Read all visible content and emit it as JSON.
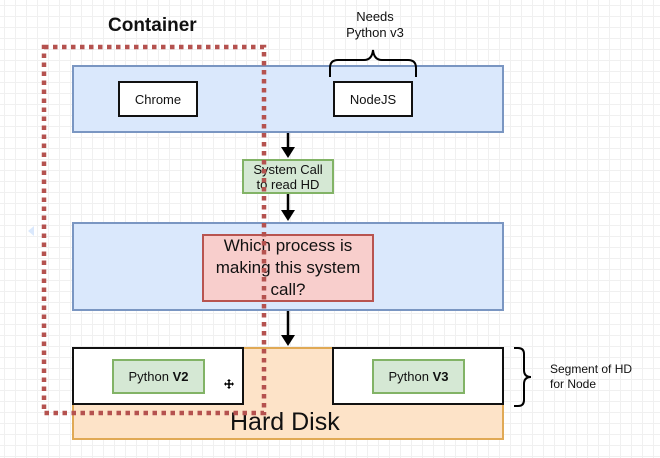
{
  "diagram": {
    "container_label": "Container",
    "annotation_top": {
      "line1": "Needs",
      "line2": "Python v3"
    },
    "top_layer": {
      "processes": [
        {
          "label": "Chrome"
        },
        {
          "label": "NodeJS"
        }
      ]
    },
    "system_call": {
      "line1": "System Call",
      "line2": "to read HD"
    },
    "kernel_layer": {
      "question": {
        "line1": "Which process is",
        "line2": "making this system",
        "line3": "call?"
      }
    },
    "hard_disk": {
      "label": "Hard Disk",
      "segments": [
        {
          "prefix": "Python ",
          "version": "V2"
        },
        {
          "prefix": "Python ",
          "version": "V3"
        }
      ]
    },
    "annotation_right": {
      "line1": "Segment of HD",
      "line2": "for Node"
    }
  },
  "colors": {
    "layer_fill": "#dae8fc",
    "layer_stroke": "#7a96c2",
    "green_fill": "#d5e8d4",
    "green_stroke": "#82b366",
    "red_fill": "#f8cecc",
    "red_stroke": "#b85450",
    "disk_fill": "#fde3c8",
    "disk_stroke": "#e0a955",
    "container_dots": "#b5524f"
  }
}
